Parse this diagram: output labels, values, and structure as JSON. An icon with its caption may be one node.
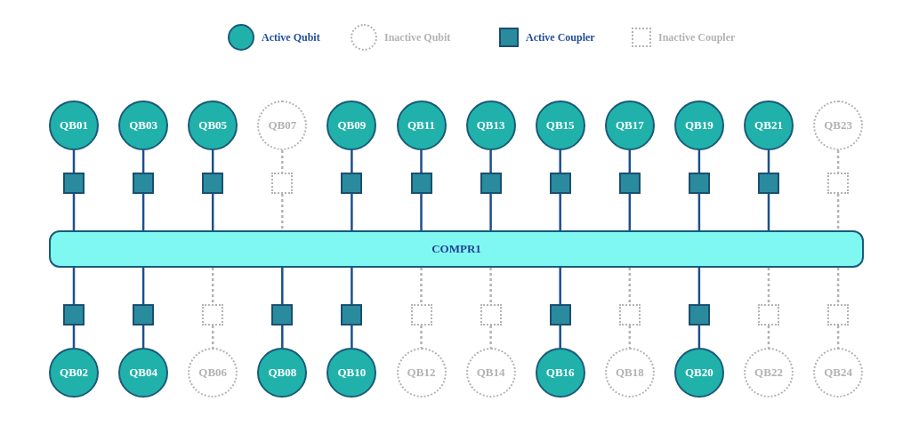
{
  "diagram": {
    "nodes": [
      {
        "text": [
          "QB01"
        ]
      },
      {
        "text": [
          "QB03"
        ]
      },
      {
        "text": [
          "QB05"
        ]
      },
      {
        "text": [
          "QB07"
        ]
      },
      {
        "text": [
          "QB09"
        ]
      },
      {
        "text": [
          "QB11"
        ]
      },
      {
        "text": [
          "QB13"
        ]
      },
      {
        "text": [
          "QB15"
        ]
      },
      {
        "text": [
          "QB17"
        ]
      },
      {
        "text": [
          "QB19"
        ]
      },
      {
        "text": [
          "QB21"
        ]
      },
      {
        "text": [
          "QB23"
        ]
      },
      {
        "text": [],
        "shape": "box"
      },
      {
        "text": [],
        "shape": "box"
      },
      {
        "text": [],
        "shape": "box"
      },
      {
        "text": [],
        "shape": "box"
      },
      {
        "text": [],
        "shape": "box"
      },
      {
        "text": [],
        "shape": "box"
      },
      {
        "text": [],
        "shape": "box"
      },
      {
        "text": [],
        "shape": "box"
      },
      {
        "text": [],
        "shape": "box"
      },
      {
        "text": [],
        "shape": "box"
      },
      {
        "text": [],
        "shape": "box"
      },
      {
        "text": [],
        "shape": "box"
      },
      {
        "text": [
          "COMPR1"
        ]
      },
      {
        "text": [],
        "shape": "box"
      },
      {
        "text": [],
        "shape": "box"
      },
      {
        "text": [],
        "shape": "box"
      },
      {
        "text": [],
        "shape": "box"
      },
      {
        "text": [],
        "shape": "box"
      },
      {
        "text": [],
        "shape": "box"
      },
      {
        "text": [],
        "shape": "box"
      },
      {
        "text": [],
        "shape": "box"
      },
      {
        "text": [],
        "shape": "box"
      },
      {
        "text": [],
        "shape": "box"
      },
      {
        "text": [],
        "shape": "box"
      },
      {
        "text": [],
        "shape": "box"
      },
      {
        "text": [
          "QB02"
        ]
      },
      {
        "text": [
          "QB04"
        ]
      },
      {
        "text": [
          "QB06"
        ]
      },
      {
        "text": [
          "QB08"
        ]
      },
      {
        "text": [
          "QB10"
        ]
      },
      {
        "text": [
          "QB12"
        ]
      },
      {
        "text": [
          "QB14"
        ]
      },
      {
        "text": [
          "QB16"
        ]
      },
      {
        "text": [
          "QB18"
        ]
      },
      {
        "text": [
          "QB20"
        ]
      },
      {
        "text": [
          "QB22"
        ]
      },
      {
        "text": [
          "QB24"
        ]
      }
    ],
    "edges": [
      {
        "from": 0,
        "to": 12,
        "arrow": "none"
      },
      {
        "from": 12,
        "to": 24,
        "arrow": "none"
      },
      {
        "from": 1,
        "to": 13,
        "arrow": "none"
      },
      {
        "from": 13,
        "to": 24,
        "arrow": "none"
      },
      {
        "from": 2,
        "to": 14,
        "arrow": "none"
      },
      {
        "from": 14,
        "to": 24,
        "arrow": "none"
      },
      {
        "from": 3,
        "to": 15,
        "arrow": "none",
        "style": "dashed",
        "color": "#b3b3b3"
      },
      {
        "from": 15,
        "to": 24,
        "arrow": "none",
        "style": "dashed",
        "color": "#b3b3b3"
      },
      {
        "from": 4,
        "to": 16,
        "arrow": "none"
      },
      {
        "from": 16,
        "to": 24,
        "arrow": "none"
      },
      {
        "from": 5,
        "to": 17,
        "arrow": "none"
      },
      {
        "from": 17,
        "to": 24,
        "arrow": "none"
      },
      {
        "from": 6,
        "to": 18,
        "arrow": "none"
      },
      {
        "from": 18,
        "to": 24,
        "arrow": "none"
      },
      {
        "from": 7,
        "to": 19,
        "arrow": "none"
      },
      {
        "from": 19,
        "to": 24,
        "arrow": "none"
      },
      {
        "from": 8,
        "to": 20,
        "arrow": "none"
      },
      {
        "from": 20,
        "to": 24,
        "arrow": "none"
      },
      {
        "from": 9,
        "to": 21,
        "arrow": "none"
      },
      {
        "from": 21,
        "to": 24,
        "arrow": "none"
      },
      {
        "from": 10,
        "to": 22,
        "arrow": "none"
      },
      {
        "from": 22,
        "to": 24,
        "arrow": "none"
      },
      {
        "from": 11,
        "to": 23,
        "arrow": "none",
        "style": "dashed",
        "color": "#b3b3b3"
      },
      {
        "from": 23,
        "to": 24,
        "arrow": "none",
        "style": "dashed",
        "color": "#b3b3b3"
      },
      {
        "from": 24,
        "to": 25,
        "arrow": "none"
      },
      {
        "from": 25,
        "to": 37,
        "arrow": "none"
      },
      {
        "from": 24,
        "to": 26,
        "arrow": "none"
      },
      {
        "from": 26,
        "to": 38,
        "arrow": "none"
      },
      {
        "from": 24,
        "to": 27,
        "arrow": "none",
        "style": "dashed",
        "color": "#b3b3b3"
      },
      {
        "from": 27,
        "to": 39,
        "arrow": "none",
        "style": "dashed",
        "color": "#b3b3b3"
      },
      {
        "from": 24,
        "to": 28,
        "arrow": "none"
      },
      {
        "from": 28,
        "to": 40,
        "arrow": "none"
      },
      {
        "from": 24,
        "to": 29,
        "arrow": "none"
      },
      {
        "from": 29,
        "to": 41,
        "arrow": "none"
      },
      {
        "from": 24,
        "to": 30,
        "arrow": "none",
        "style": "dashed",
        "color": "#b3b3b3"
      },
      {
        "from": 30,
        "to": 42,
        "arrow": "none",
        "style": "dashed",
        "color": "#b3b3b3"
      },
      {
        "from": 24,
        "to": 31,
        "arrow": "none",
        "style": "dashed",
        "color": "#b3b3b3"
      },
      {
        "from": 31,
        "to": 43,
        "arrow": "none",
        "style": "dashed",
        "color": "#b3b3b3"
      },
      {
        "from": 24,
        "to": 32,
        "arrow": "none"
      },
      {
        "from": 32,
        "to": 44,
        "arrow": "none"
      },
      {
        "from": 24,
        "to": 33,
        "arrow": "none",
        "style": "dashed",
        "color": "#b3b3b3"
      },
      {
        "from": 33,
        "to": 45,
        "arrow": "none",
        "style": "dashed",
        "color": "#b3b3b3"
      },
      {
        "from": 24,
        "to": 34,
        "arrow": "none"
      },
      {
        "from": 34,
        "to": 46,
        "arrow": "none"
      },
      {
        "from": 24,
        "to": 35,
        "arrow": "none",
        "style": "dashed",
        "color": "#b3b3b3"
      },
      {
        "from": 35,
        "to": 47,
        "arrow": "none",
        "style": "dashed",
        "color": "#b3b3b3"
      },
      {
        "from": 24,
        "to": 36,
        "arrow": "none",
        "style": "dashed",
        "color": "#b3b3b3"
      },
      {
        "from": 36,
        "to": 48,
        "arrow": "none",
        "style": "dashed",
        "color": "#b3b3b3"
      }
    ],
    "legend": [
      {
        "text": "Active Qubit"
      },
      {
        "text": "Inactive Qubit"
      },
      {
        "text": "Active Coupler"
      },
      {
        "text": "Inactive Coupler"
      }
    ]
  }
}
